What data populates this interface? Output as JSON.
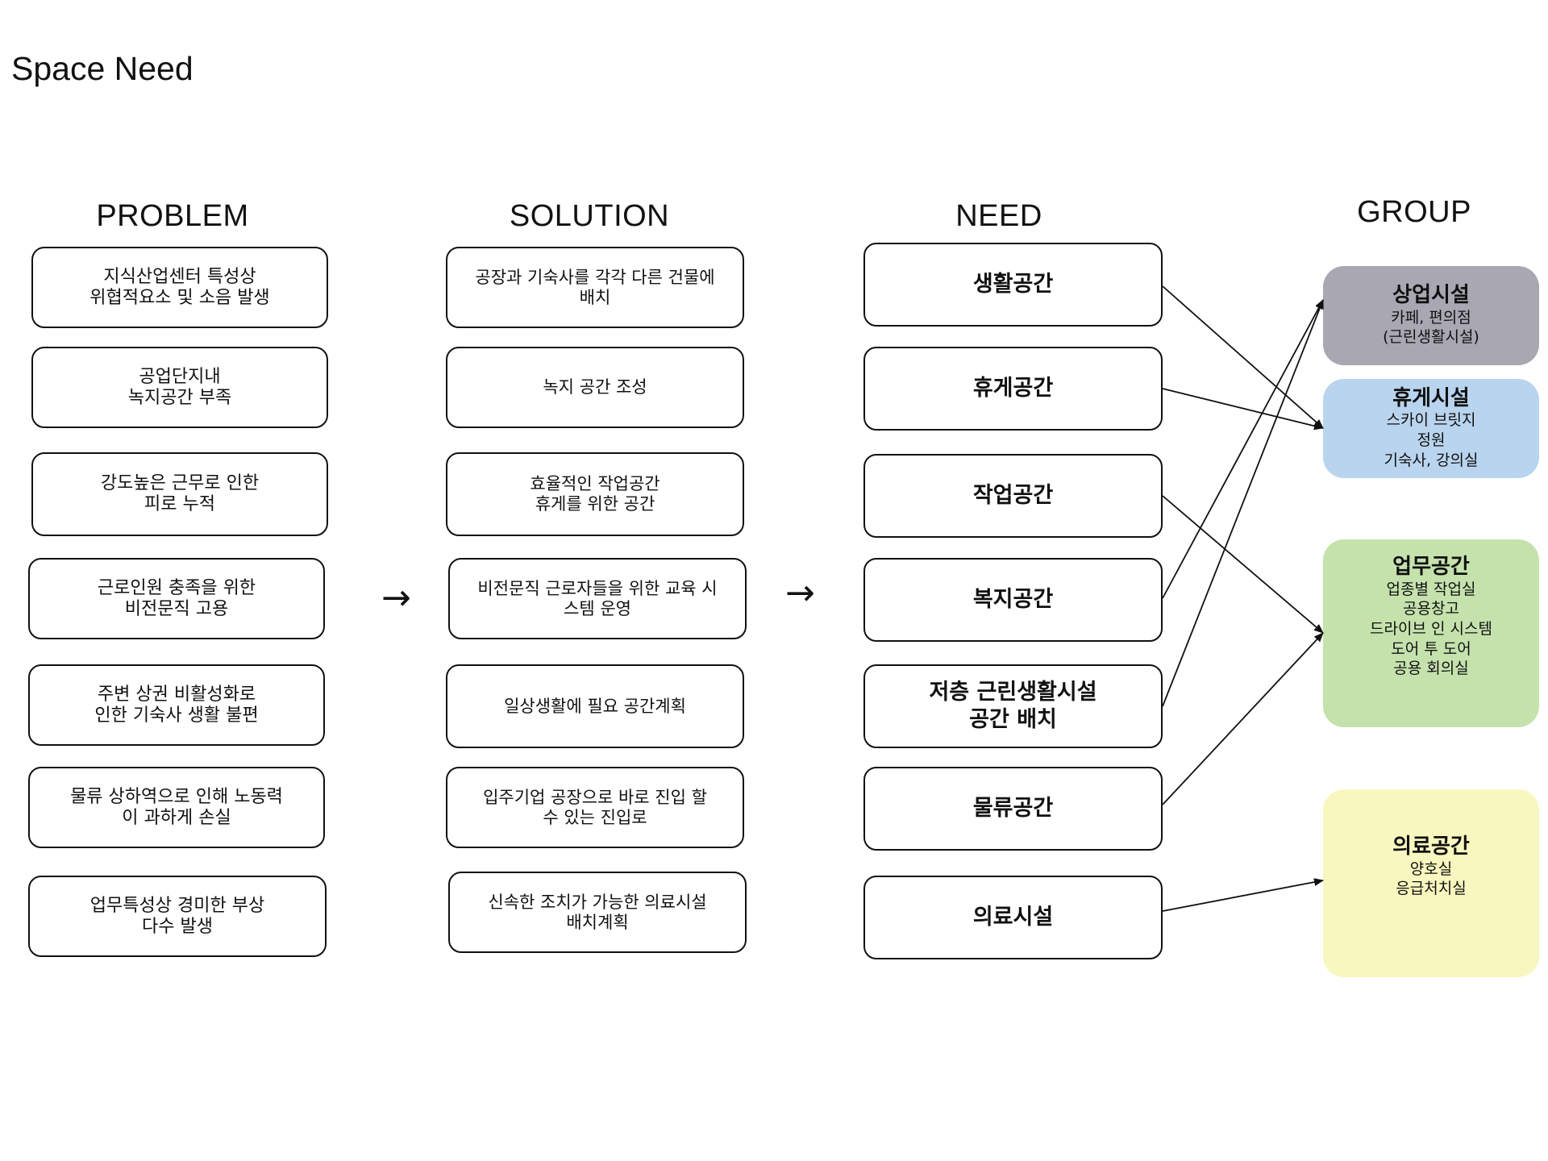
{
  "title": "Space Need",
  "headers": {
    "problem": "PROBLEM",
    "solution": "SOLUTION",
    "need": "NEED",
    "group": "GROUP"
  },
  "problems": [
    "지식산업센터 특성상\n위협적요소 및 소음 발생",
    "공업단지내\n녹지공간 부족",
    "강도높은 근무로 인한\n피로 누적",
    "근로인원 충족을 위한\n비전문직 고용",
    "주변 상권 비활성화로\n인한 기숙사 생활 불편",
    "물류 상하역으로 인해 노동력\n이 과하게 손실",
    "업무특성상 경미한 부상\n다수 발생"
  ],
  "solutions": [
    "공장과 기숙사를 각각 다른 건물에\n배치",
    "녹지 공간 조성",
    "효율적인 작업공간\n휴게를 위한 공간",
    "비전문직 근로자들을 위한 교육 시\n스템 운영",
    "일상생활에 필요 공간계획",
    "입주기업 공장으로 바로 진입 할\n수 있는 진입로",
    "신속한 조치가 가능한 의료시설\n배치계획"
  ],
  "needs": [
    "생활공간",
    "휴게공간",
    "작업공간",
    "복지공간",
    "저층 근린생활시설\n공간 배치",
    "물류공간",
    "의료시설"
  ],
  "flow_arrows": [
    "→",
    "→"
  ],
  "groups": [
    {
      "title": "상업시설",
      "items": [
        "카페, 편의점",
        "(근린생활시설)"
      ],
      "color": "#a8a7b2"
    },
    {
      "title": "휴게시설",
      "items": [
        "스카이 브릿지",
        "정원",
        "기숙사, 강의실"
      ],
      "color": "#b9d4ee"
    },
    {
      "title": "업무공간",
      "items": [
        "업종별 작업실",
        "공용창고",
        "드라이브 인 시스템",
        "도어 투 도어",
        "공용 회의실"
      ],
      "color": "#c5e2ad"
    },
    {
      "title": "의료공간",
      "items": [
        "양호실",
        "응급처치실"
      ],
      "color": "#f8f7bf"
    }
  ]
}
